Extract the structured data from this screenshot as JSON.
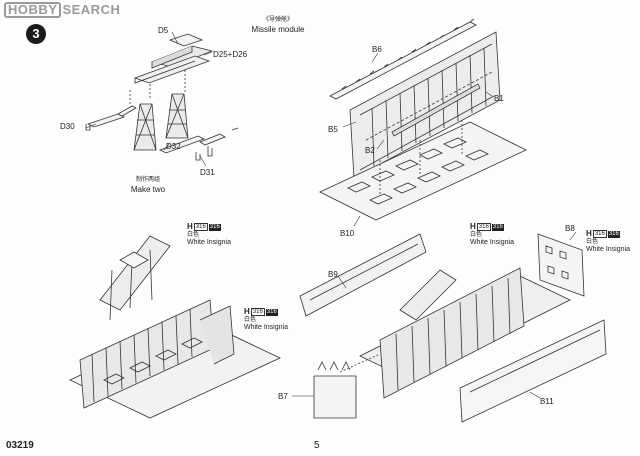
{
  "watermark": {
    "logo_text": "HOBBY",
    "brand_text": "SEARCH"
  },
  "step": {
    "number": "3"
  },
  "labels": {
    "d5": "D5",
    "d25_d26": "D25+D26",
    "d30": "D30",
    "d32": "D32",
    "d31": "D31",
    "make_two_cn": "制作两组",
    "make_two_en": "Make two",
    "missile_module_cn": "《导弹舱》",
    "missile_module_en": "Missile module",
    "b6": "B6",
    "b1": "B1",
    "b5": "B5",
    "b2": "B2",
    "b10": "B10",
    "b9": "B9",
    "b8": "B8",
    "b7": "B7",
    "b11": "B11"
  },
  "paint_callouts": [
    {
      "letter": "H",
      "code1": "316",
      "code2": "316",
      "cn": "白色",
      "en": "White Insignia"
    },
    {
      "letter": "H",
      "code1": "316",
      "code2": "316",
      "cn": "白色",
      "en": "White Insignia"
    },
    {
      "letter": "H",
      "code1": "316",
      "code2": "316",
      "cn": "白色",
      "en": "White Insignia"
    },
    {
      "letter": "H",
      "code1": "316",
      "code2": "316",
      "cn": "白色",
      "en": "White Insignia"
    }
  ],
  "footer": {
    "kit_number": "03219",
    "page_number": "5"
  }
}
